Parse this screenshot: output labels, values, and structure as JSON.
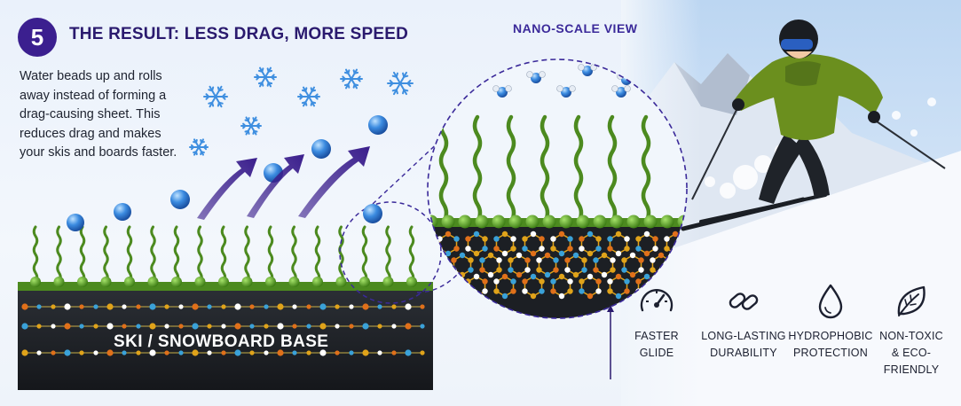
{
  "header": {
    "step_number": "5",
    "title": "THE RESULT: LESS DRAG, MORE SPEED"
  },
  "description": "Water beads up and rolls away instead of forming a drag-causing sheet. This reduces drag and makes your skis and boards faster.",
  "nano_view": {
    "title": "NANO-SCALE VIEW"
  },
  "base": {
    "label": "SKI / SNOWBOARD BASE"
  },
  "benefits": [
    {
      "icon": "speedometer-icon",
      "line1": "FASTER",
      "line2": "GLIDE"
    },
    {
      "icon": "chain-link-icon",
      "line1": "LONG-LASTING",
      "line2": "DURABILITY"
    },
    {
      "icon": "water-drop-icon",
      "line1": "HYDROPHOBIC",
      "line2": "PROTECTION"
    },
    {
      "icon": "leaf-icon",
      "line1": "NON-TOXIC",
      "line2": "& ECO-FRIENDLY"
    }
  ],
  "colors": {
    "accent": "#3b1f8f",
    "fiber_green": "#4c8a1f",
    "water_blue": "#2f7fd6",
    "base_dark": "#1f2226",
    "molecule_orange": "#e0701a"
  }
}
